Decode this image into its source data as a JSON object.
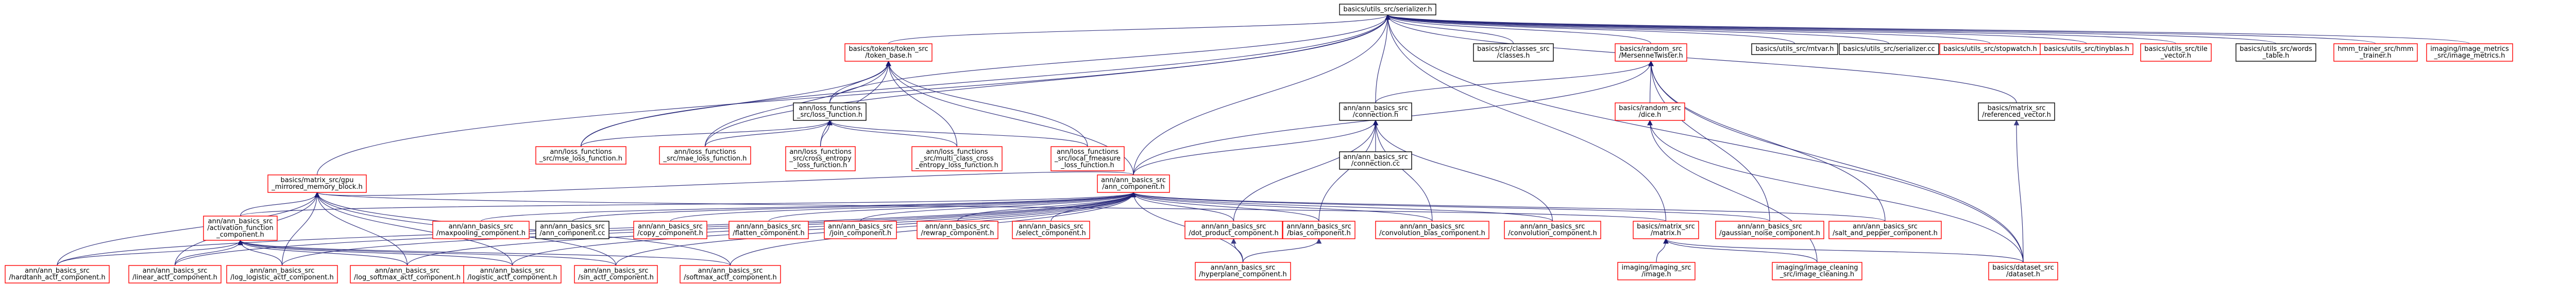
{
  "colors": {
    "root_fill": "#bfbfbf",
    "border_black": "#000000",
    "border_red": "#ff0000",
    "edge": "#191970"
  },
  "diagram": {
    "nodes": [
      {
        "id": "root",
        "lines": [
          "basics/utils_src/serializer.h"
        ],
        "border": "black",
        "root": true
      },
      {
        "id": "token_base",
        "lines": [
          "basics/tokens/token_src",
          "/token_base.h"
        ],
        "border": "red"
      },
      {
        "id": "classes",
        "lines": [
          "basics/src/classes_src",
          "/classes.h"
        ],
        "border": "black"
      },
      {
        "id": "mersenne",
        "lines": [
          "basics/random_src",
          "/MersenneTwister.h"
        ],
        "border": "red"
      },
      {
        "id": "mtvar",
        "lines": [
          "basics/utils_src/mtvar.h"
        ],
        "border": "black"
      },
      {
        "id": "serializer_cc",
        "lines": [
          "basics/utils_src/serializer.cc"
        ],
        "border": "black"
      },
      {
        "id": "stopwatch",
        "lines": [
          "basics/utils_src/stopwatch.h"
        ],
        "border": "red"
      },
      {
        "id": "tinyblas",
        "lines": [
          "basics/utils_src/tinyblas.h"
        ],
        "border": "red"
      },
      {
        "id": "tile_vector",
        "lines": [
          "basics/utils_src/tile",
          "_vector.h"
        ],
        "border": "red"
      },
      {
        "id": "words_table",
        "lines": [
          "basics/utils_src/words",
          "_table.h"
        ],
        "border": "black"
      },
      {
        "id": "hmm_trainer",
        "lines": [
          "hmm_trainer_src/hmm",
          "_trainer.h"
        ],
        "border": "red"
      },
      {
        "id": "image_metrics",
        "lines": [
          "imaging/image_metrics",
          "_src/image_metrics.h"
        ],
        "border": "red"
      },
      {
        "id": "gpu_mirrored",
        "lines": [
          "basics/matrix_src/gpu",
          "_mirrored_memory_block.h"
        ],
        "border": "red"
      },
      {
        "id": "loss_function",
        "lines": [
          "ann/loss_functions",
          "_src/loss_function.h"
        ],
        "border": "black"
      },
      {
        "id": "mse_loss",
        "lines": [
          "ann/loss_functions",
          "_src/mse_loss_function.h"
        ],
        "border": "red"
      },
      {
        "id": "mae_loss",
        "lines": [
          "ann/loss_functions",
          "_src/mae_loss_function.h"
        ],
        "border": "red"
      },
      {
        "id": "cross_entropy",
        "lines": [
          "ann/loss_functions",
          "_src/cross_entropy",
          "_loss_function.h"
        ],
        "border": "red"
      },
      {
        "id": "multi_class",
        "lines": [
          "ann/loss_functions",
          "_src/multi_class_cross",
          "_entropy_loss_function.h"
        ],
        "border": "red"
      },
      {
        "id": "local_fmeasure",
        "lines": [
          "ann/loss_functions",
          "_src/local_fmeasure",
          "_loss_function.h"
        ],
        "border": "red"
      },
      {
        "id": "connection",
        "lines": [
          "ann/ann_basics_src",
          "/connection.h"
        ],
        "border": "black"
      },
      {
        "id": "dice",
        "lines": [
          "basics/random_src",
          "/dice.h"
        ],
        "border": "red"
      },
      {
        "id": "referenced_vector",
        "lines": [
          "basics/matrix_src",
          "/referenced_vector.h"
        ],
        "border": "black"
      },
      {
        "id": "ann_component",
        "lines": [
          "ann/ann_basics_src",
          "/ann_component.h"
        ],
        "border": "red"
      },
      {
        "id": "connection_cc",
        "lines": [
          "ann/ann_basics_src",
          "/connection.cc"
        ],
        "border": "black"
      },
      {
        "id": "activation",
        "lines": [
          "ann/ann_basics_src",
          "/activation_function",
          "_component.h"
        ],
        "border": "red"
      },
      {
        "id": "maxpooling",
        "lines": [
          "ann/ann_basics_src",
          "/maxpooling_component.h"
        ],
        "border": "red"
      },
      {
        "id": "ann_component_cc",
        "lines": [
          "ann/ann_basics_src",
          "/ann_component.cc"
        ],
        "border": "black"
      },
      {
        "id": "copy",
        "lines": [
          "ann/ann_basics_src",
          "/copy_component.h"
        ],
        "border": "red"
      },
      {
        "id": "flatten",
        "lines": [
          "ann/ann_basics_src",
          "/flatten_component.h"
        ],
        "border": "red"
      },
      {
        "id": "join",
        "lines": [
          "ann/ann_basics_src",
          "/join_component.h"
        ],
        "border": "red"
      },
      {
        "id": "rewrap",
        "lines": [
          "ann/ann_basics_src",
          "/rewrap_component.h"
        ],
        "border": "red"
      },
      {
        "id": "select",
        "lines": [
          "ann/ann_basics_src",
          "/select_component.h"
        ],
        "border": "red"
      },
      {
        "id": "dot_product",
        "lines": [
          "ann/ann_basics_src",
          "/dot_product_component.h"
        ],
        "border": "red"
      },
      {
        "id": "bias",
        "lines": [
          "ann/ann_basics_src",
          "/bias_component.h"
        ],
        "border": "red"
      },
      {
        "id": "conv_bias",
        "lines": [
          "ann/ann_basics_src",
          "/convolution_bias_component.h"
        ],
        "border": "red"
      },
      {
        "id": "convolution",
        "lines": [
          "ann/ann_basics_src",
          "/convolution_component.h"
        ],
        "border": "red"
      },
      {
        "id": "matrix",
        "lines": [
          "basics/matrix_src",
          "/matrix.h"
        ],
        "border": "red"
      },
      {
        "id": "gaussian",
        "lines": [
          "ann/ann_basics_src",
          "/gaussian_noise_component.h"
        ],
        "border": "red"
      },
      {
        "id": "salt_pepper",
        "lines": [
          "ann/ann_basics_src",
          "/salt_and_pepper_component.h"
        ],
        "border": "red"
      },
      {
        "id": "hardtanh",
        "lines": [
          "ann/ann_basics_src",
          "/hardtanh_actf_component.h"
        ],
        "border": "red"
      },
      {
        "id": "linear_actf",
        "lines": [
          "ann/ann_basics_src",
          "/linear_actf_component.h"
        ],
        "border": "red"
      },
      {
        "id": "log_logistic",
        "lines": [
          "ann/ann_basics_src",
          "/log_logistic_actf_component.h"
        ],
        "border": "red"
      },
      {
        "id": "log_softmax",
        "lines": [
          "ann/ann_basics_src",
          "/log_softmax_actf_component.h"
        ],
        "border": "red"
      },
      {
        "id": "logistic",
        "lines": [
          "ann/ann_basics_src",
          "/logistic_actf_component.h"
        ],
        "border": "red"
      },
      {
        "id": "sin_actf",
        "lines": [
          "ann/ann_basics_src",
          "/sin_actf_component.h"
        ],
        "border": "red"
      },
      {
        "id": "softmax",
        "lines": [
          "ann/ann_basics_src",
          "/softmax_actf_component.h"
        ],
        "border": "red"
      },
      {
        "id": "hyperplane",
        "lines": [
          "ann/ann_basics_src",
          "/hyperplane_component.h"
        ],
        "border": "red"
      },
      {
        "id": "image_h",
        "lines": [
          "imaging/imaging_src",
          "/image.h"
        ],
        "border": "red"
      },
      {
        "id": "image_cleaning",
        "lines": [
          "imaging/image_cleaning",
          "_src/image_cleaning.h"
        ],
        "border": "red"
      },
      {
        "id": "dataset",
        "lines": [
          "basics/dataset_src",
          "/dataset.h"
        ],
        "border": "red"
      }
    ],
    "edges": [
      [
        "token_base",
        "root"
      ],
      [
        "classes",
        "root"
      ],
      [
        "mersenne",
        "root"
      ],
      [
        "mtvar",
        "root"
      ],
      [
        "serializer_cc",
        "root"
      ],
      [
        "stopwatch",
        "root"
      ],
      [
        "tinyblas",
        "root"
      ],
      [
        "tile_vector",
        "root"
      ],
      [
        "words_table",
        "root"
      ],
      [
        "hmm_trainer",
        "root"
      ],
      [
        "image_metrics",
        "root"
      ],
      [
        "gpu_mirrored",
        "root"
      ],
      [
        "loss_function",
        "root"
      ],
      [
        "mse_loss",
        "root"
      ],
      [
        "mae_loss",
        "root"
      ],
      [
        "connection",
        "root"
      ],
      [
        "referenced_vector",
        "root"
      ],
      [
        "ann_component",
        "root"
      ],
      [
        "matrix",
        "root"
      ],
      [
        "dataset",
        "root"
      ],
      [
        "loss_function",
        "token_base"
      ],
      [
        "cross_entropy",
        "token_base"
      ],
      [
        "multi_class",
        "token_base"
      ],
      [
        "local_fmeasure",
        "token_base"
      ],
      [
        "ann_component",
        "token_base"
      ],
      [
        "mse_loss",
        "token_base"
      ],
      [
        "mae_loss",
        "token_base"
      ],
      [
        "mse_loss",
        "loss_function"
      ],
      [
        "mae_loss",
        "loss_function"
      ],
      [
        "cross_entropy",
        "loss_function"
      ],
      [
        "multi_class",
        "loss_function"
      ],
      [
        "local_fmeasure",
        "loss_function"
      ],
      [
        "dice",
        "mersenne"
      ],
      [
        "connection",
        "mersenne"
      ],
      [
        "ann_component",
        "mersenne"
      ],
      [
        "gaussian",
        "mersenne"
      ],
      [
        "salt_pepper",
        "mersenne"
      ],
      [
        "dataset",
        "mersenne"
      ],
      [
        "ann_component",
        "connection"
      ],
      [
        "connection_cc",
        "connection"
      ],
      [
        "dot_product",
        "connection"
      ],
      [
        "bias",
        "connection"
      ],
      [
        "conv_bias",
        "connection"
      ],
      [
        "convolution",
        "connection"
      ],
      [
        "dataset",
        "referenced_vector"
      ],
      [
        "ann_component",
        "gpu_mirrored"
      ],
      [
        "activation",
        "gpu_mirrored"
      ],
      [
        "matrix",
        "gpu_mirrored"
      ],
      [
        "hardtanh",
        "gpu_mirrored"
      ],
      [
        "linear_actf",
        "gpu_mirrored"
      ],
      [
        "log_logistic",
        "gpu_mirrored"
      ],
      [
        "log_softmax",
        "gpu_mirrored"
      ],
      [
        "logistic",
        "gpu_mirrored"
      ],
      [
        "sin_actf",
        "gpu_mirrored"
      ],
      [
        "softmax",
        "gpu_mirrored"
      ],
      [
        "activation",
        "ann_component"
      ],
      [
        "maxpooling",
        "ann_component"
      ],
      [
        "ann_component_cc",
        "ann_component"
      ],
      [
        "copy",
        "ann_component"
      ],
      [
        "flatten",
        "ann_component"
      ],
      [
        "join",
        "ann_component"
      ],
      [
        "rewrap",
        "ann_component"
      ],
      [
        "select",
        "ann_component"
      ],
      [
        "dot_product",
        "ann_component"
      ],
      [
        "bias",
        "ann_component"
      ],
      [
        "conv_bias",
        "ann_component"
      ],
      [
        "convolution",
        "ann_component"
      ],
      [
        "gaussian",
        "ann_component"
      ],
      [
        "salt_pepper",
        "ann_component"
      ],
      [
        "hyperplane",
        "ann_component"
      ],
      [
        "hardtanh",
        "ann_component"
      ],
      [
        "linear_actf",
        "ann_component"
      ],
      [
        "log_logistic",
        "ann_component"
      ],
      [
        "log_softmax",
        "ann_component"
      ],
      [
        "logistic",
        "ann_component"
      ],
      [
        "sin_actf",
        "ann_component"
      ],
      [
        "softmax",
        "ann_component"
      ],
      [
        "hardtanh",
        "activation"
      ],
      [
        "linear_actf",
        "activation"
      ],
      [
        "log_logistic",
        "activation"
      ],
      [
        "log_softmax",
        "activation"
      ],
      [
        "logistic",
        "activation"
      ],
      [
        "sin_actf",
        "activation"
      ],
      [
        "softmax",
        "activation"
      ],
      [
        "hyperplane",
        "dot_product"
      ],
      [
        "hyperplane",
        "bias"
      ],
      [
        "image_h",
        "matrix"
      ],
      [
        "image_cleaning",
        "matrix"
      ],
      [
        "dataset",
        "matrix"
      ],
      [
        "dataset",
        "dice"
      ],
      [
        "image_cleaning",
        "dice"
      ]
    ]
  }
}
